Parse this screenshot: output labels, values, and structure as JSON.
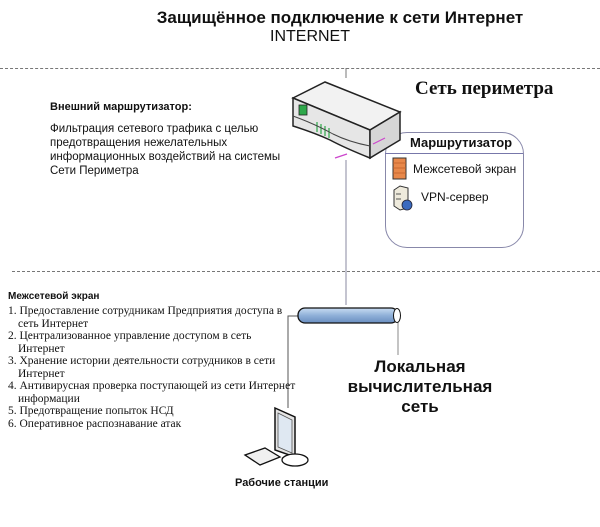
{
  "header": {
    "title": "Защищённое подключение к сети Интернет",
    "subtitle": "INTERNET"
  },
  "perimeter": {
    "title": "Сеть периметра",
    "external_router": {
      "heading": "Внешний маршрутизатор:",
      "description": "Фильтрация сетевого трафика с целью предотвращения нежелательных информационных воздействий на системы Сети Периметра"
    },
    "router_box": {
      "title": "Маршрутизатор",
      "items": [
        {
          "icon": "firewall-icon",
          "label": "Межсетевой экран"
        },
        {
          "icon": "server-icon",
          "label": "VPN-сервер"
        }
      ]
    }
  },
  "firewall_section": {
    "heading": "Межсетевой экран",
    "items": [
      "1. Предоставление сотрудникам Предприятия доступа в сеть Интернет",
      "2. Централизованное управление доступом в сеть Интернет",
      "3. Хранение истории деятельности сотрудников в сети Интернет",
      "4. Антивирусная проверка поступающей из сети Интернет информации",
      "5. Предотвращение попыток НСД",
      "6. Оперативное распознавание атак"
    ]
  },
  "lan": {
    "label_line1": "Локальная",
    "label_line2": "вычислительная сеть"
  },
  "workstations": {
    "label": "Рабочие станции"
  },
  "colors": {
    "bus_fill": "#8fb0d8",
    "firewall": "#e8884a",
    "router_led": "#2ea84a",
    "router_accent": "#cc44cc"
  }
}
